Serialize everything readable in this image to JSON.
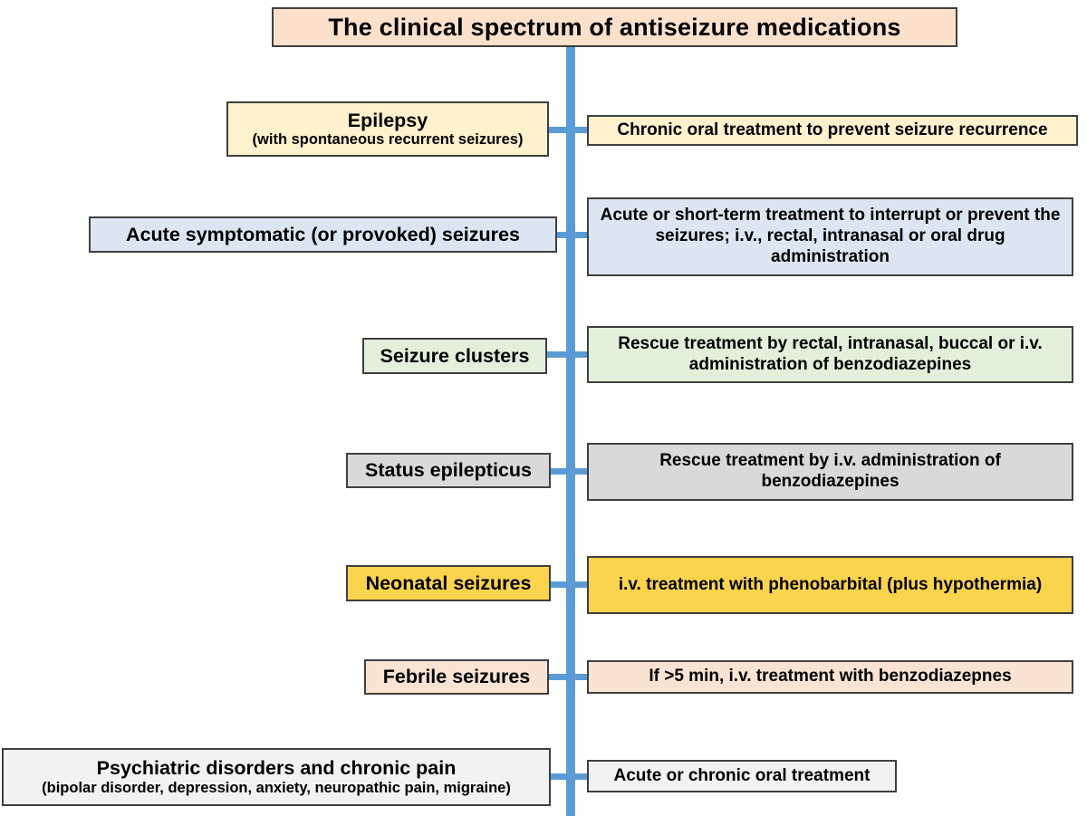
{
  "title": {
    "text": "The clinical spectrum of antiseizure medications",
    "bg": "#fbe0cb"
  },
  "colors": {
    "line": "#5b9bd5",
    "border": "#3f3f3f"
  },
  "rows": [
    {
      "left": {
        "title": "Epilepsy",
        "subtitle": "(with spontaneous recurrent seizures)",
        "bg": "#fdf2cd"
      },
      "right": {
        "text": "Chronic oral treatment to prevent seizure recurrence",
        "bg": "#fdf2cd"
      }
    },
    {
      "left": {
        "title": "Acute symptomatic (or provoked) seizures",
        "bg": "#dce6f2"
      },
      "right": {
        "text": "Acute or short-term treatment to interrupt or prevent the seizures; i.v., rectal, intranasal or oral drug administration",
        "bg": "#dce6f2"
      }
    },
    {
      "left": {
        "title": "Seizure clusters",
        "bg": "#e2efda"
      },
      "right": {
        "text": "Rescue treatment by rectal, intranasal, buccal or i.v. administration of benzodiazepines",
        "bg": "#e2efda"
      }
    },
    {
      "left": {
        "title": "Status epilepticus",
        "bg": "#d9d9d9"
      },
      "right": {
        "text": "Rescue treatment by i.v. administration of benzodiazepines",
        "bg": "#d9d9d9"
      }
    },
    {
      "left": {
        "title": "Neonatal seizures",
        "bg": "#fbd44d"
      },
      "right": {
        "text": "i.v. treatment with phenobarbital (plus hypothermia)",
        "bg": "#fbd44d"
      }
    },
    {
      "left": {
        "title": "Febrile seizures",
        "bg": "#fbe3d3"
      },
      "right": {
        "text": "If >5 min, i.v. treatment with benzodiazepnes",
        "bg": "#fbe3d3"
      }
    },
    {
      "left": {
        "title": "Psychiatric disorders and chronic pain",
        "subtitle": "(bipolar disorder, depression, anxiety, neuropathic pain, migraine)",
        "bg": "#f2f2f2"
      },
      "right": {
        "text": "Acute or chronic oral treatment",
        "bg": "#f2f2f2"
      }
    }
  ]
}
